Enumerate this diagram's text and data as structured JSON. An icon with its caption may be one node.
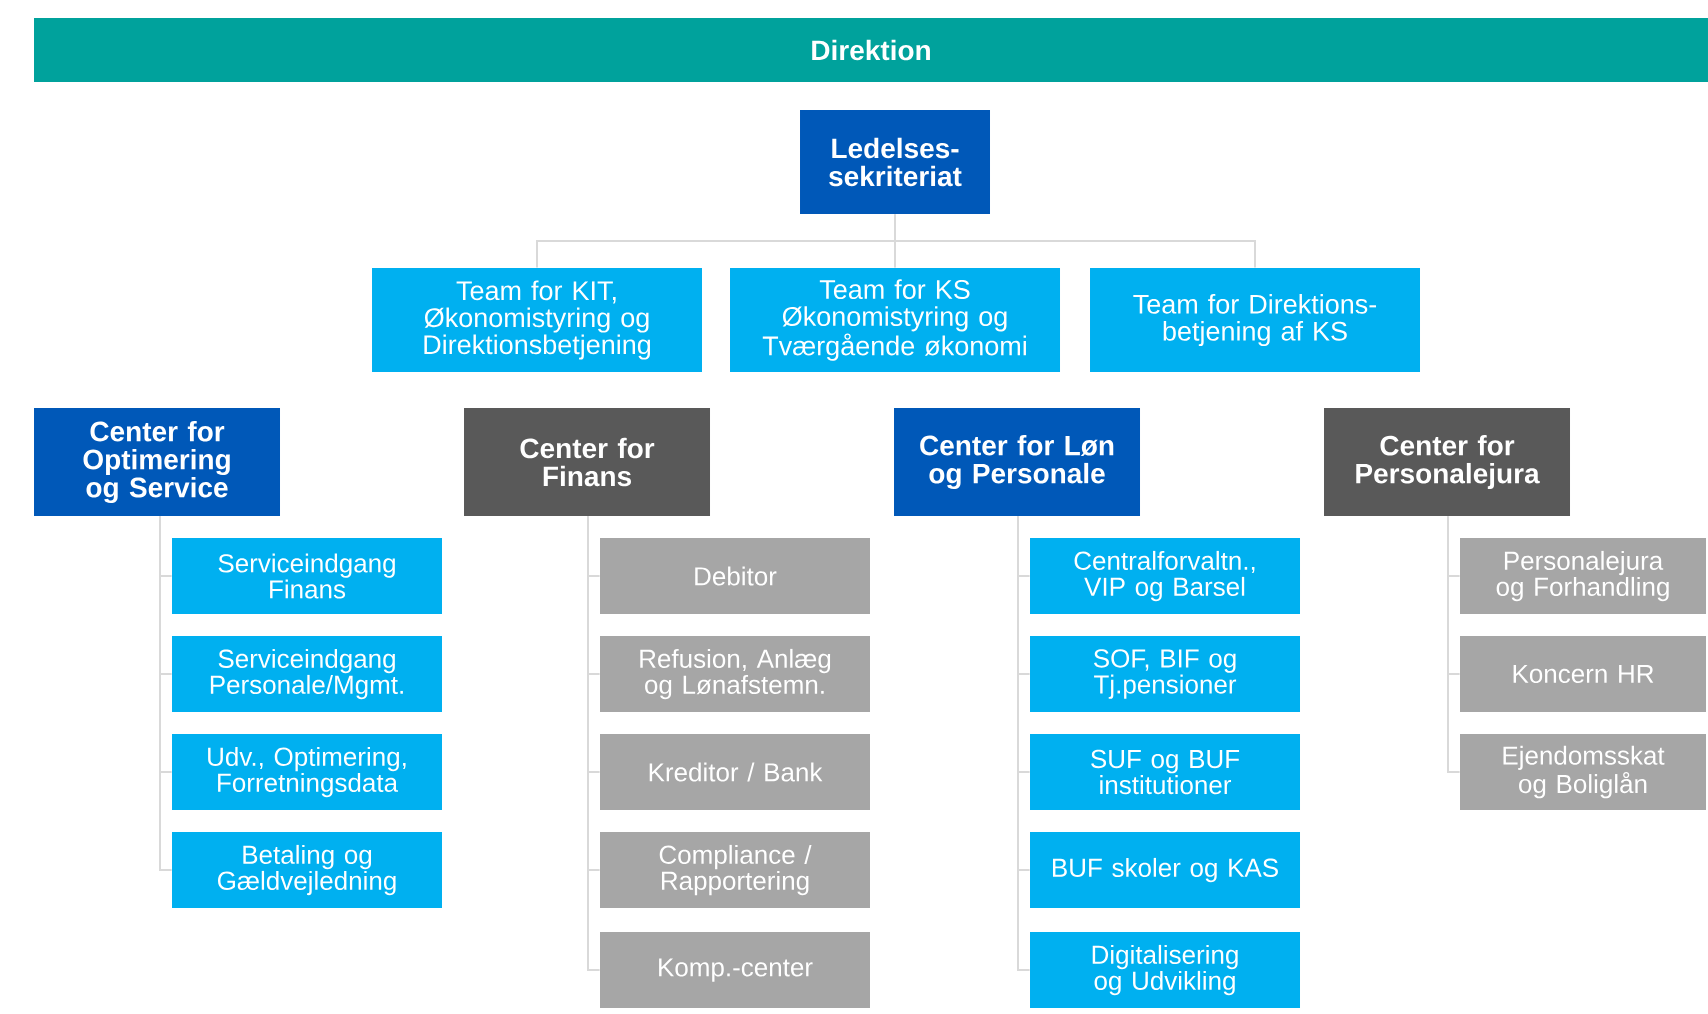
{
  "diagram": {
    "nodes": [
      {
        "text": [
          "Direktion"
        ]
      },
      {
        "text": [
          "Ledelses-sekriteriat"
        ]
      },
      {
        "text": [
          "Team for KIT, Økonomistyring og Direktionsbetjening"
        ]
      },
      {
        "text": [
          "Team for KS Økonomistyring og Tværgående økonomi"
        ]
      },
      {
        "text": [
          "Team for Direktions-betjening af KS"
        ]
      },
      {
        "text": [
          "Center for Optimering og Service"
        ]
      },
      {
        "text": [
          "Serviceindgang Finans"
        ]
      },
      {
        "text": [
          "Serviceindgang Personale/Mgmt."
        ]
      },
      {
        "text": [
          "Udv., Optimering, Forretningsdata"
        ]
      },
      {
        "text": [
          "Betaling og Gældvejledning"
        ]
      },
      {
        "text": [
          "Center for Finans"
        ]
      },
      {
        "text": [
          "Debitor"
        ]
      },
      {
        "text": [
          "Refusion, Anlæg og Lønafstemn."
        ]
      },
      {
        "text": [
          "Kreditor / Bank"
        ]
      },
      {
        "text": [
          "Compliance / Rapportering"
        ]
      },
      {
        "text": [
          "Komp.-center"
        ]
      },
      {
        "text": [
          "Center for Løn og Personale"
        ]
      },
      {
        "text": [
          "Centralforvaltn., VIP og Barsel"
        ]
      },
      {
        "text": [
          "SOF, BIF og Tj.pensioner"
        ]
      },
      {
        "text": [
          "SUF og BUF institutioner"
        ]
      },
      {
        "text": [
          "BUF skoler og KAS"
        ]
      },
      {
        "text": [
          "Digitalisering og Udvikling"
        ]
      },
      {
        "text": [
          "Center for Personalejura"
        ]
      },
      {
        "text": [
          "Personalejura og Forhandling"
        ]
      },
      {
        "text": [
          "Koncern HR"
        ]
      },
      {
        "text": [
          "Ejendomsskat og Boliglån"
        ]
      }
    ],
    "edges": [
      {
        "from": 1,
        "to": 2,
        "arrow": "none"
      },
      {
        "from": 1,
        "to": 3,
        "arrow": "none"
      },
      {
        "from": 1,
        "to": 4,
        "arrow": "none"
      },
      {
        "from": 5,
        "to": 6,
        "arrow": "none"
      },
      {
        "from": 5,
        "to": 7,
        "arrow": "none"
      },
      {
        "from": 5,
        "to": 8,
        "arrow": "none"
      },
      {
        "from": 5,
        "to": 9,
        "arrow": "none"
      },
      {
        "from": 10,
        "to": 11,
        "arrow": "none"
      },
      {
        "from": 10,
        "to": 12,
        "arrow": "none"
      },
      {
        "from": 10,
        "to": 13,
        "arrow": "none"
      },
      {
        "from": 10,
        "to": 14,
        "arrow": "none"
      },
      {
        "from": 10,
        "to": 15,
        "arrow": "none"
      },
      {
        "from": 16,
        "to": 17,
        "arrow": "none"
      },
      {
        "from": 16,
        "to": 18,
        "arrow": "none"
      },
      {
        "from": 16,
        "to": 19,
        "arrow": "none"
      },
      {
        "from": 16,
        "to": 20,
        "arrow": "none"
      },
      {
        "from": 16,
        "to": 21,
        "arrow": "none"
      },
      {
        "from": 22,
        "to": 23,
        "arrow": "none"
      },
      {
        "from": 22,
        "to": 24,
        "arrow": "none"
      },
      {
        "from": 22,
        "to": 25,
        "arrow": "none"
      }
    ]
  }
}
